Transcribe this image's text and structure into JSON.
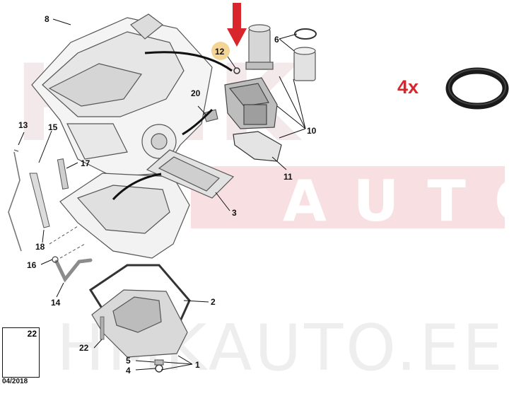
{
  "watermark": {
    "brand": "HMK",
    "subbrand": "AUTO",
    "url": "HMKAUTO.EE"
  },
  "colors": {
    "accent_red": "#d8262c",
    "line": "#111111",
    "part_gray": "#9c9c9c"
  },
  "callouts": [
    {
      "id": "p1",
      "label": "1"
    },
    {
      "id": "p2",
      "label": "2"
    },
    {
      "id": "p3",
      "label": "3"
    },
    {
      "id": "p4",
      "label": "4"
    },
    {
      "id": "p5",
      "label": "5"
    },
    {
      "id": "p6",
      "label": "6"
    },
    {
      "id": "p8",
      "label": "8"
    },
    {
      "id": "p10",
      "label": "10"
    },
    {
      "id": "p11",
      "label": "11"
    },
    {
      "id": "p12",
      "label": "12"
    },
    {
      "id": "p13",
      "label": "13"
    },
    {
      "id": "p14",
      "label": "14"
    },
    {
      "id": "p15",
      "label": "15"
    },
    {
      "id": "p16",
      "label": "16"
    },
    {
      "id": "p17",
      "label": "17"
    },
    {
      "id": "p18",
      "label": "18"
    },
    {
      "id": "p20",
      "label": "20"
    },
    {
      "id": "p22",
      "label": "22"
    }
  ],
  "highlight_callout": "12",
  "quantity_label": "4x",
  "inset_part": "22",
  "date_code": "04/2018"
}
